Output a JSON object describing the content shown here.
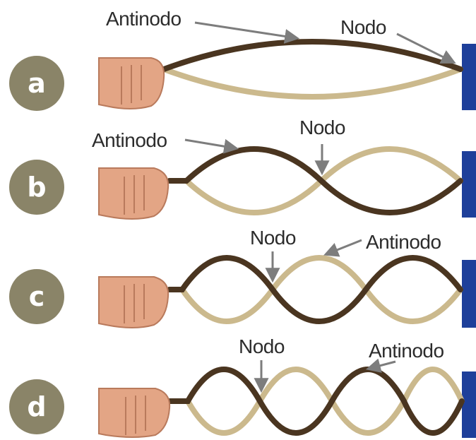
{
  "colors": {
    "badge": "#8a8468",
    "rope_front": "#4a3520",
    "rope_back": "#cbb98d",
    "wall": "#1e3f9a",
    "arrow": "#7d7d7d",
    "skin": "#e3a585"
  },
  "icons": {
    "hand": "hand-icon",
    "wall": "wall-icon",
    "arrow": "arrow-icon"
  },
  "panels": [
    {
      "label": "a",
      "loops": 1,
      "callouts": [
        "Antinodo",
        "Nodo"
      ]
    },
    {
      "label": "b",
      "loops": 2,
      "callouts": [
        "Antinodo",
        "Nodo"
      ]
    },
    {
      "label": "c",
      "loops": 3,
      "callouts": [
        "Nodo",
        "Antinodo"
      ]
    },
    {
      "label": "d",
      "loops": 4,
      "callouts": [
        "Nodo",
        "Antinodo"
      ]
    }
  ]
}
